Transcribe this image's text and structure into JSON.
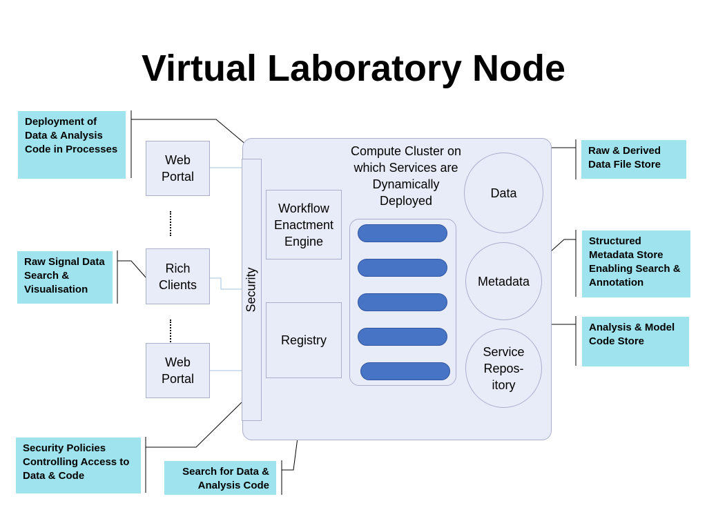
{
  "title": "Virtual Laboratory Node",
  "clients": {
    "web_portal_top": "Web\nPortal",
    "rich_clients": "Rich\nClients",
    "web_portal_bottom": "Web\nPortal"
  },
  "security": "Security",
  "workflow_engine": "Workflow\nEnactment\nEngine",
  "registry": "Registry",
  "cluster_caption": "Compute Cluster on which Services are Dynamically Deployed",
  "stores": {
    "data": "Data",
    "metadata": "Metadata",
    "service_repository": "Service\nRepos-\nitory"
  },
  "callouts": {
    "deployment": "Deployment of Data & Analysis Code in Processes",
    "raw_signal": "Raw Signal Data Search & Visualisation",
    "security_policies": "Security Policies Controlling Access to Data & Code",
    "search": "Search for Data & Analysis Code",
    "raw_derived": "Raw & Derived Data File Store",
    "structured_metadata": "Structured Metadata Store Enabling Search & Annotation",
    "analysis_model": "Analysis & Model Code Store"
  },
  "colors": {
    "callout_fill": "#9fe3ee",
    "box_fill": "#e8ecf8",
    "service_fill": "#4774c5"
  }
}
